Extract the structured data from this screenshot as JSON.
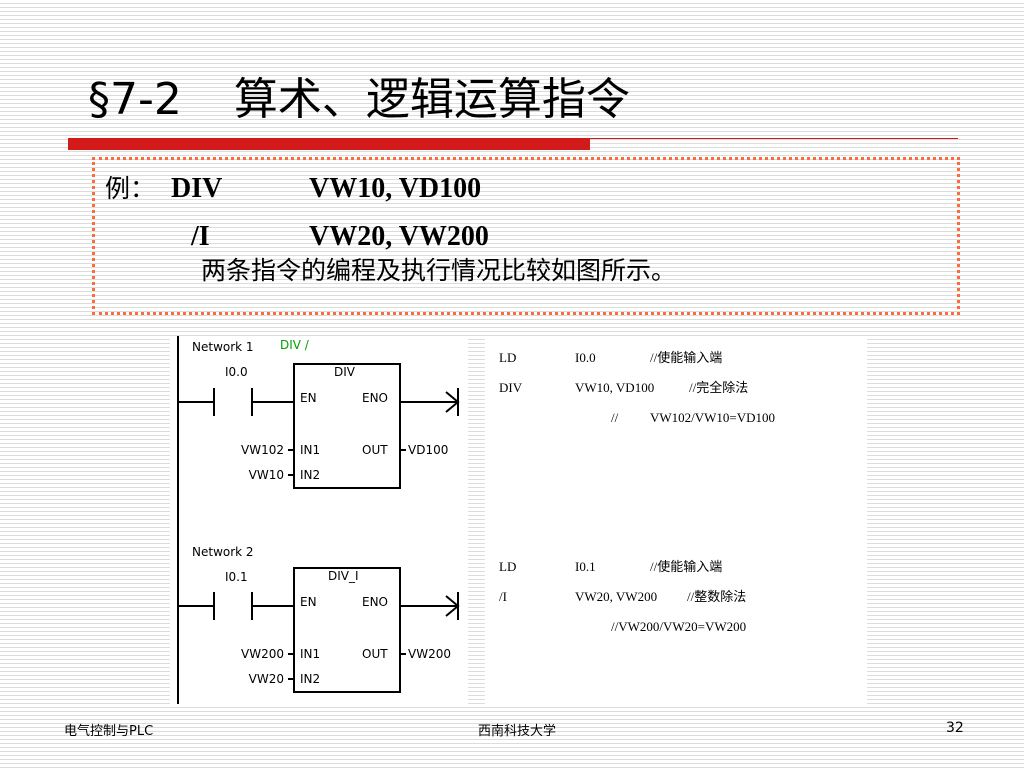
{
  "title": {
    "section": "§7-2",
    "text": "算术、逻辑运算指令"
  },
  "example": {
    "prefix": "例：",
    "line1": {
      "op": "DIV",
      "operands": "VW10,  VD100"
    },
    "line2": {
      "op": "/I",
      "operands": "VW20,  VW200"
    },
    "note": "两条指令的编程及执行情况比较如图所示。"
  },
  "ladder": {
    "network1": {
      "label": "Network 1",
      "comment": "DIV /",
      "contact": "I0.0",
      "box": "DIV",
      "en": "EN",
      "eno": "ENO",
      "in1_pin": "IN1",
      "in2_pin": "IN2",
      "out_pin": "OUT",
      "in1": "VW102",
      "in2": "VW10",
      "out": "VD100"
    },
    "network2": {
      "label": "Network 2",
      "contact": "I0.1",
      "box": "DIV_I",
      "en": "EN",
      "eno": "ENO",
      "in1_pin": "IN1",
      "in2_pin": "IN2",
      "out_pin": "OUT",
      "in1": "VW200",
      "in2": "VW20",
      "out": "VW200"
    },
    "comment_color": "#00a000"
  },
  "stl": {
    "block1": [
      {
        "op": "LD",
        "operand": "I0.0",
        "comment": "//使能输入端"
      },
      {
        "op": "DIV",
        "operand": "VW10, VD100",
        "comment": "//完全除法"
      },
      {
        "op": "",
        "operand": "//",
        "comment": "VW102/VW10=VD100"
      }
    ],
    "block2": [
      {
        "op": "LD",
        "operand": "I0.1",
        "comment": "//使能输入端"
      },
      {
        "op": "/I",
        "operand": "VW20, VW200",
        "comment": "//整数除法"
      },
      {
        "op": "",
        "operand": "//VW200/VW20=VW200",
        "comment": ""
      }
    ]
  },
  "footer": {
    "left": "电气控制与PLC",
    "center": "西南科技大学",
    "page": "32"
  },
  "colors": {
    "accent_bar": "#d21a1a",
    "dotted_border": "#ff6a3d"
  }
}
